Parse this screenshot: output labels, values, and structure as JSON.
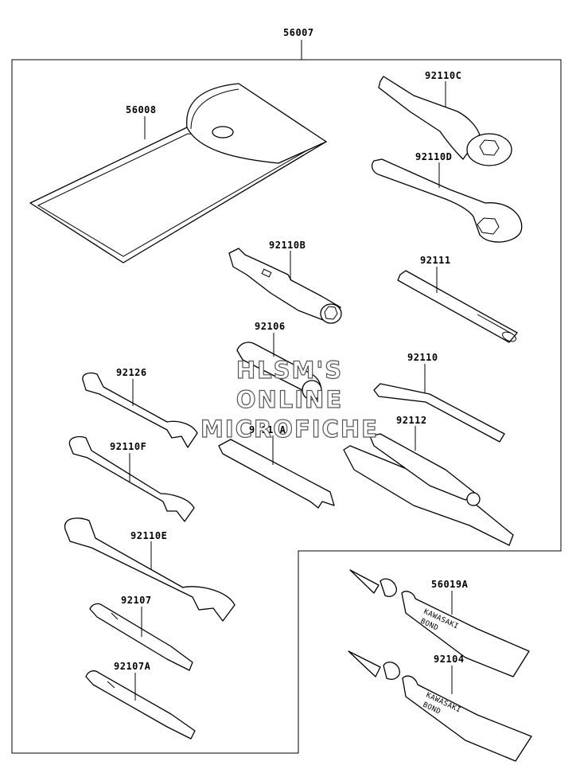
{
  "labels": {
    "p56007": "56007",
    "p56008": "56008",
    "p92110C": "92110C",
    "p92110D": "92110D",
    "p92110B": "92110B",
    "p92111": "92111",
    "p92106": "92106",
    "p92110": "92110",
    "p92126": "92126",
    "p92110A": "92110A",
    "p92112": "92112",
    "p92110F": "92110F",
    "p92110E": "92110E",
    "p56019A": "56019A",
    "p92107": "92107",
    "p92104": "92104",
    "p92107A": "92107A"
  },
  "tube_text": {
    "line1": "KAWASAKI",
    "line2": "BOND"
  },
  "watermark": {
    "line1": "HLSM'S",
    "line2": "ONLINE",
    "line3": "MICROFICHE"
  },
  "colors": {
    "ink": "#000000",
    "background": "#ffffff",
    "watermark_outline": "#555555"
  }
}
